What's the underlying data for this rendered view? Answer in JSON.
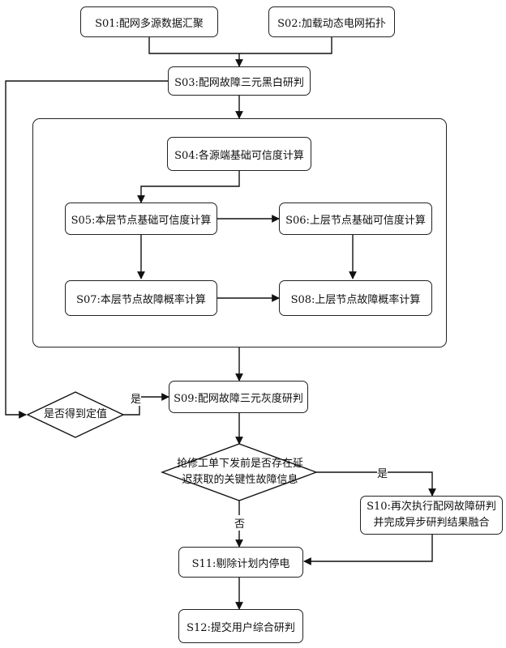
{
  "nodes": {
    "s01": "S01:配网多源数据汇聚",
    "s02": "S02:加载动态电网拓扑",
    "s03": "S03:配网故障三元黑白研判",
    "s04": "S04:各源端基础可信度计算",
    "s05": "S05:本层节点基础可信度计算",
    "s06": "S06:上层节点基础可信度计算",
    "s07": "S07:本层节点故障概率计算",
    "s08": "S08:上层节点故障概率计算",
    "s09": "S09:配网故障三元灰度研判",
    "s10_line1": "S10:再次执行配网故障研判",
    "s10_line2": "并完成异步研判结果融合",
    "s11": "S11:剔除计划内停电",
    "s12": "S12:提交用户综合研判"
  },
  "decisions": {
    "d1": "是否得到定值",
    "d2_line1": "抢修工单下发前是否存在延",
    "d2_line2": "迟获取的关键性故障信息"
  },
  "edge_labels": {
    "d1_yes": "是",
    "d2_yes": "是",
    "d2_no": "否"
  }
}
